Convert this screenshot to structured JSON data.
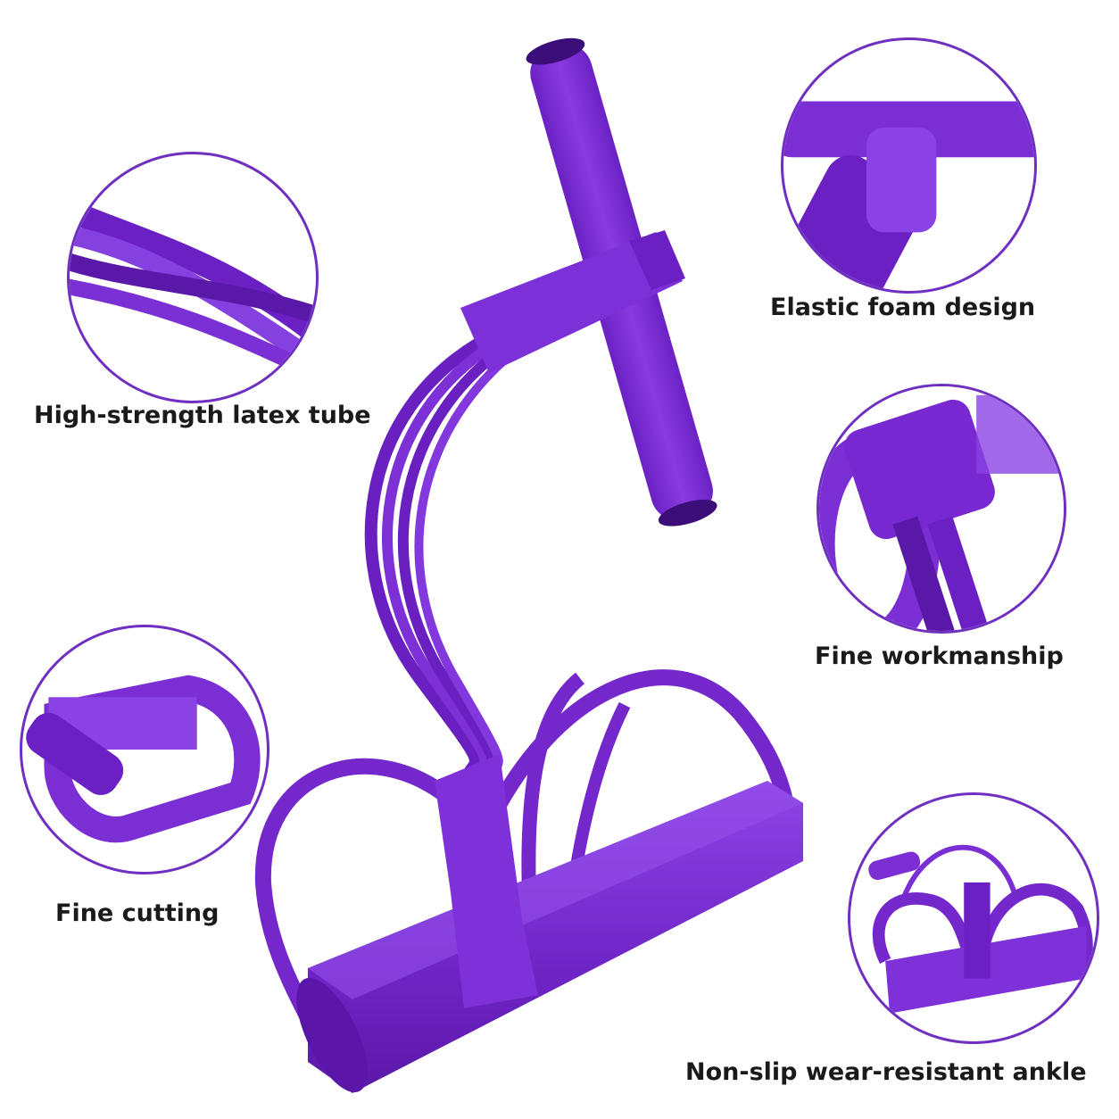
{
  "features": {
    "latex_tube": {
      "label": "High-strength latex tube"
    },
    "foam": {
      "label": "Elastic foam design"
    },
    "workmanship": {
      "label": "Fine workmanship"
    },
    "cutting": {
      "label": "Fine cutting"
    },
    "ankle": {
      "label": "Non-slip wear-resistant ankle"
    }
  },
  "colors": {
    "product_purple": "#7b2fd0",
    "product_dark": "#5a1aa6",
    "circle_border": "#6f2fc0",
    "text": "#1a1a1a",
    "background": "#ffffff"
  },
  "icons": {
    "main": "pedal-resistance-band-product",
    "latex": "latex-tube-closeup",
    "foam": "foam-handle-closeup",
    "workmanship": "handle-joint-closeup",
    "cutting": "foot-pedal-closeup",
    "ankle": "full-product-thumbnail"
  }
}
